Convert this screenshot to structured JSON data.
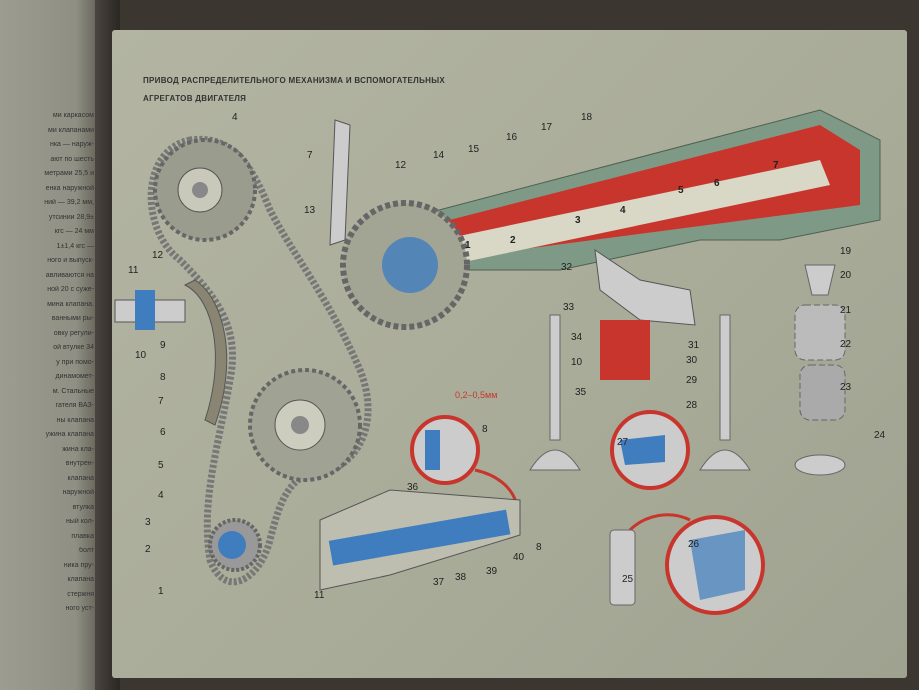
{
  "left_page": {
    "lines": [
      "ми каркасом",
      "ми клапанами",
      "нка — наруж-",
      "ают по шесть",
      "метрами 25,5 и",
      "енка наружной",
      "ний — 39,2 мм,",
      "утсинии 28,9±",
      "кгс — 24 мм",
      "1±1,4 кгс —",
      "ного и выпуск-",
      "авливаются на",
      "ной 20 с суже-",
      "мина клапана.",
      "ванными ры-",
      "овку регули-",
      "ой втулке 34",
      "у при помо-",
      "динамомет-",
      "м. Стальные",
      "гателя ВАЗ-",
      "ны клапана",
      "ужина клапана",
      "жина кла-",
      "внутрен-",
      "клапана",
      "наружной",
      "втулка",
      "ный кол-",
      "плавка",
      "болт",
      "ника пру-",
      "клапана",
      "стержня",
      "ного уст-"
    ]
  },
  "title": {
    "line1": "ПРИВОД РАСПРЕДЕЛИТЕЛЬНОГО МЕХАНИЗМА И ВСПОМОГАТЕЛЬНЫХ",
    "line2": "АГРЕГАТОВ ДВИГАТЕЛЯ"
  },
  "gap_note": "0,2–0,5мм",
  "labels": [
    "4",
    "12",
    "11",
    "10",
    "9",
    "8",
    "7",
    "6",
    "5",
    "4",
    "3",
    "2",
    "1",
    "7",
    "13",
    "12",
    "14",
    "15",
    "16",
    "17",
    "18",
    "32",
    "33",
    "34",
    "10",
    "35",
    "31",
    "30",
    "29",
    "28",
    "19",
    "20",
    "21",
    "22",
    "23",
    "24",
    "27",
    "8",
    "36",
    "8",
    "40",
    "39",
    "38",
    "37",
    "11",
    "26",
    "25"
  ],
  "cam_lobes": [
    "1",
    "2",
    "3",
    "4",
    "5",
    "6",
    "7"
  ],
  "colors": {
    "red": "#c8352c",
    "blue": "#3f7dbe",
    "green": "#7e9a86"
  }
}
